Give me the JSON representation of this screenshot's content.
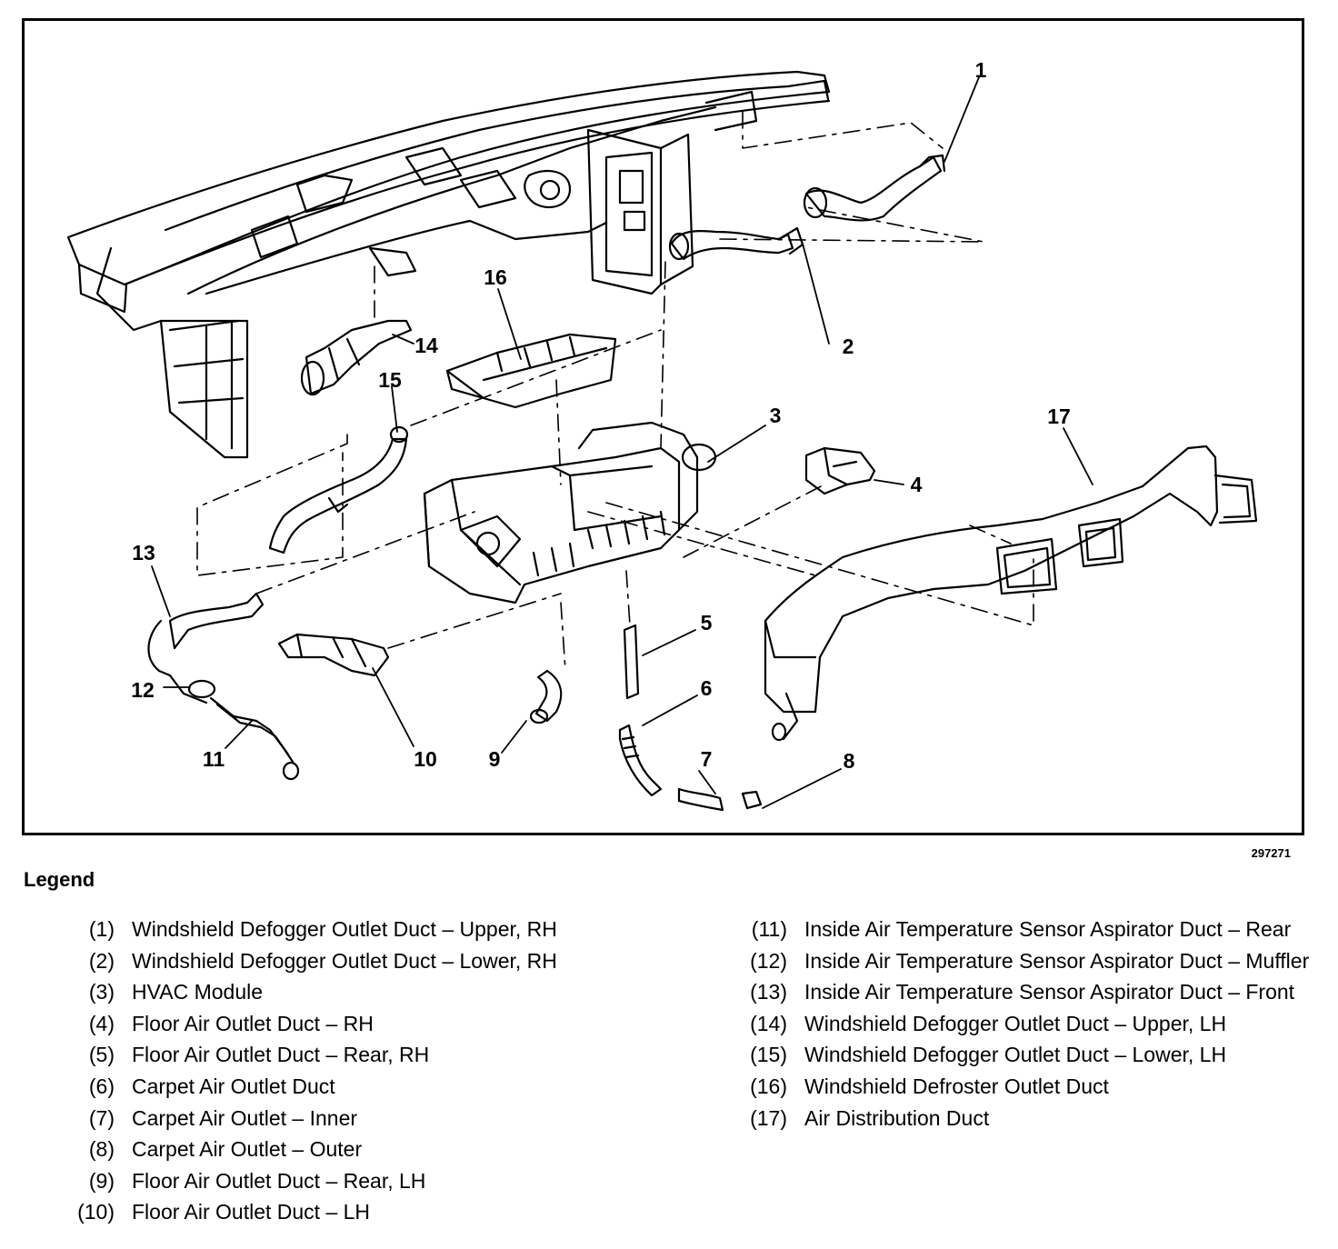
{
  "diagram": {
    "figure_id": "297271",
    "callouts": [
      "1",
      "2",
      "3",
      "4",
      "5",
      "6",
      "7",
      "8",
      "9",
      "10",
      "11",
      "12",
      "13",
      "14",
      "15",
      "16",
      "17"
    ]
  },
  "legend": {
    "title": "Legend",
    "items": [
      {
        "num": "(1)",
        "text": "Windshield Defogger Outlet Duct – Upper, RH"
      },
      {
        "num": "(2)",
        "text": "Windshield Defogger Outlet Duct – Lower, RH"
      },
      {
        "num": "(3)",
        "text": "HVAC Module"
      },
      {
        "num": "(4)",
        "text": "Floor Air Outlet Duct – RH"
      },
      {
        "num": "(5)",
        "text": "Floor Air Outlet Duct – Rear, RH"
      },
      {
        "num": "(6)",
        "text": "Carpet Air Outlet Duct"
      },
      {
        "num": "(7)",
        "text": "Carpet Air Outlet – Inner"
      },
      {
        "num": "(8)",
        "text": "Carpet Air Outlet – Outer"
      },
      {
        "num": "(9)",
        "text": "Floor Air Outlet Duct – Rear, LH"
      },
      {
        "num": "(10)",
        "text": "Floor Air Outlet Duct – LH"
      },
      {
        "num": "(11)",
        "text": "Inside Air Temperature Sensor Aspirator Duct – Rear"
      },
      {
        "num": "(12)",
        "text": "Inside Air Temperature Sensor Aspirator Duct – Muffler"
      },
      {
        "num": "(13)",
        "text": "Inside Air Temperature Sensor Aspirator Duct – Front"
      },
      {
        "num": "(14)",
        "text": "Windshield Defogger Outlet Duct – Upper, LH"
      },
      {
        "num": "(15)",
        "text": "Windshield Defogger Outlet Duct – Lower, LH"
      },
      {
        "num": "(16)",
        "text": "Windshield Defroster Outlet Duct"
      },
      {
        "num": "(17)",
        "text": "Air Distribution Duct"
      }
    ]
  }
}
